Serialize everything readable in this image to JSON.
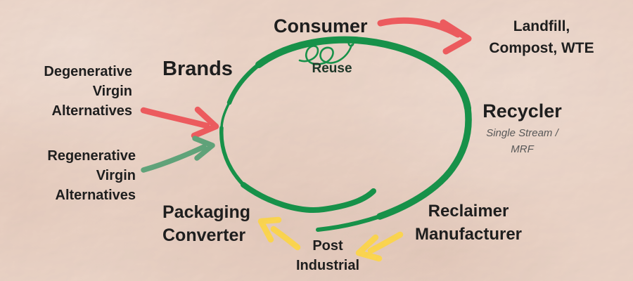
{
  "colors": {
    "loop_green": "#17934a",
    "reuse_text_green": "#1d3527",
    "arrow_red": "#ef5c5f",
    "arrow_light_green": "#61a57b",
    "arrow_yellow": "#fdd750",
    "text_dark": "#1e1e1e",
    "text_muted_gray": "#595959",
    "paper_background": "#ebd4c7"
  },
  "nodes": {
    "brands": {
      "label": "Brands"
    },
    "consumer": {
      "label": "Consumer"
    },
    "reuse": {
      "label": "Reuse"
    },
    "landfill": {
      "line1": "Landfill,",
      "line2": "Compost, WTE"
    },
    "recycler": {
      "label": "Recycler",
      "subline1": "Single Stream /",
      "subline2": "MRF"
    },
    "reclaimer": {
      "line1": "Reclaimer",
      "line2": "Manufacturer"
    },
    "post_industrial": {
      "line1": "Post",
      "line2": "Industrial"
    },
    "packaging_converter": {
      "line1": "Packaging",
      "line2": "Converter"
    },
    "degenerative": {
      "line1": "Degenerative",
      "line2": "Virgin",
      "line3": "Alternatives"
    },
    "regenerative": {
      "line1": "Regenerative",
      "line2": "Virgin",
      "line3": "Alternatives"
    }
  }
}
